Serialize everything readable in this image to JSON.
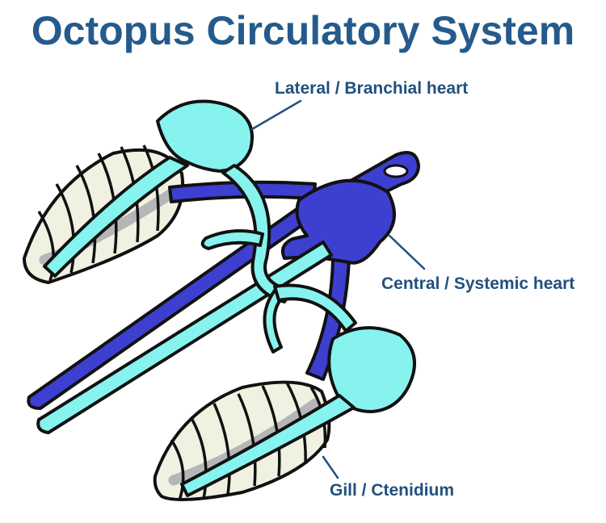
{
  "title": "Octopus Circulatory System",
  "labels": {
    "lateral_heart": "Lateral / Branchial heart",
    "central_heart": "Central / Systemic heart",
    "gill": "Gill / Ctenidium"
  },
  "colors": {
    "title": "#255a8c",
    "label": "#22507e",
    "oxygenated_vessel": "#86f3ef",
    "systemic_vessel": "#3d3fd0",
    "gill": "#f1f1e2",
    "outline": "#111111"
  }
}
